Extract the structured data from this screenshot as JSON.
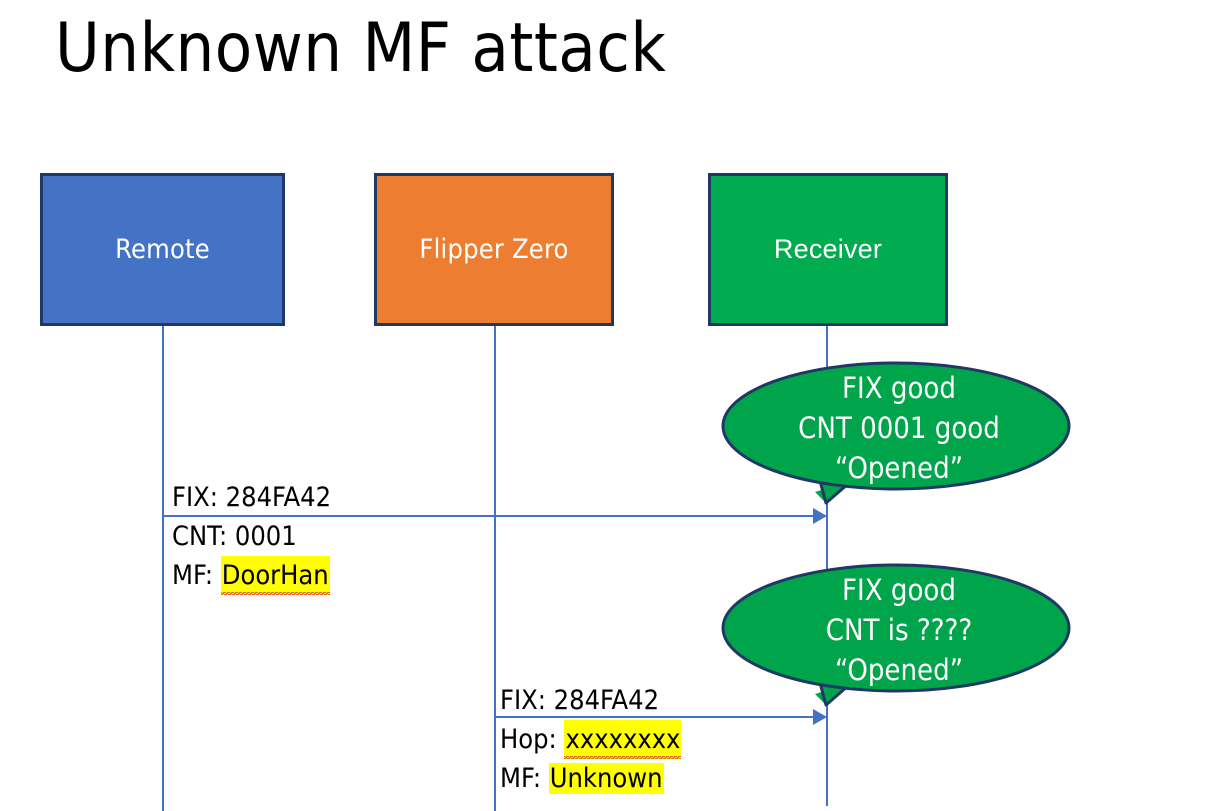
{
  "slide": {
    "title": "Unknown MF attack",
    "colors": {
      "remote_fill": "#4472C4",
      "flipper_fill": "#ED7D31",
      "receiver_fill": "#00AC4F",
      "box_border": "#1F3864",
      "lifeline": "#4472C4",
      "arrow": "#4472C4",
      "callout_fill": "#00A44B",
      "callout_border": "#1F3864",
      "highlight": "#FFFF00",
      "text": "#000000"
    }
  },
  "actors": [
    {
      "id": "remote",
      "label": "Remote"
    },
    {
      "id": "flipper",
      "label": "Flipper Zero"
    },
    {
      "id": "receiver",
      "label": "Receiver"
    }
  ],
  "messages": [
    {
      "id": "msg-remote-to-receiver",
      "from": "remote",
      "to": "receiver",
      "lines": [
        {
          "label": "FIX: ",
          "value": "284FA42",
          "highlight": false,
          "spellcheck_error": false
        },
        {
          "label": "CNT: ",
          "value": "0001",
          "highlight": false,
          "spellcheck_error": false
        },
        {
          "label": "MF: ",
          "value": "DoorHan",
          "highlight": true,
          "spellcheck_error": true
        }
      ]
    },
    {
      "id": "msg-flipper-to-receiver",
      "from": "flipper",
      "to": "receiver",
      "lines": [
        {
          "label": "FIX: ",
          "value": "284FA42",
          "highlight": false,
          "spellcheck_error": false
        },
        {
          "label": "Hop: ",
          "value": "xxxxxxxx",
          "highlight": true,
          "spellcheck_error": true
        },
        {
          "label": "MF: ",
          "value": "Unknown",
          "highlight": true,
          "spellcheck_error": false
        }
      ]
    }
  ],
  "callouts": [
    {
      "id": "callout-first-reception",
      "lines": [
        "FIX good",
        "CNT 0001 good",
        "“Opened”"
      ]
    },
    {
      "id": "callout-second-reception",
      "lines": [
        "FIX good",
        "CNT is ????",
        "“Opened”"
      ]
    }
  ]
}
